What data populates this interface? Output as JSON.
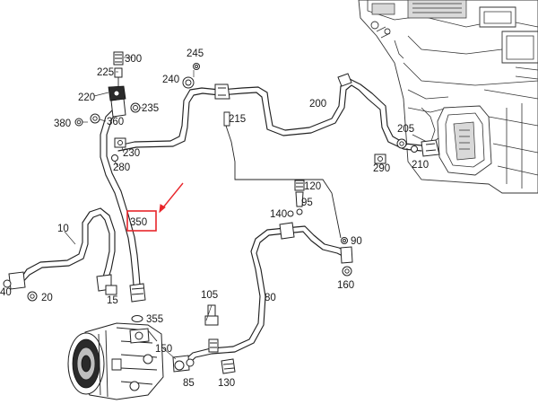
{
  "callouts": {
    "c10": "10",
    "c15": "15",
    "c20": "20",
    "c40": "40",
    "c80": "80",
    "c85": "85",
    "c90": "90",
    "c95": "95",
    "c105": "105",
    "c120": "120",
    "c130": "130",
    "c140": "140",
    "c150": "150",
    "c160": "160",
    "c200": "200",
    "c205": "205",
    "c210": "210",
    "c215": "215",
    "c220": "220",
    "c225": "225",
    "c230": "230",
    "c235": "235",
    "c240": "240",
    "c245": "245",
    "c280": "280",
    "c290": "290",
    "c300": "300",
    "c350": "350",
    "c355": "355",
    "c360": "360",
    "c380": "380"
  },
  "highlight": {
    "part": "350",
    "color": "#e8262b"
  },
  "colors": {
    "line": "#222222",
    "background": "#ffffff"
  }
}
